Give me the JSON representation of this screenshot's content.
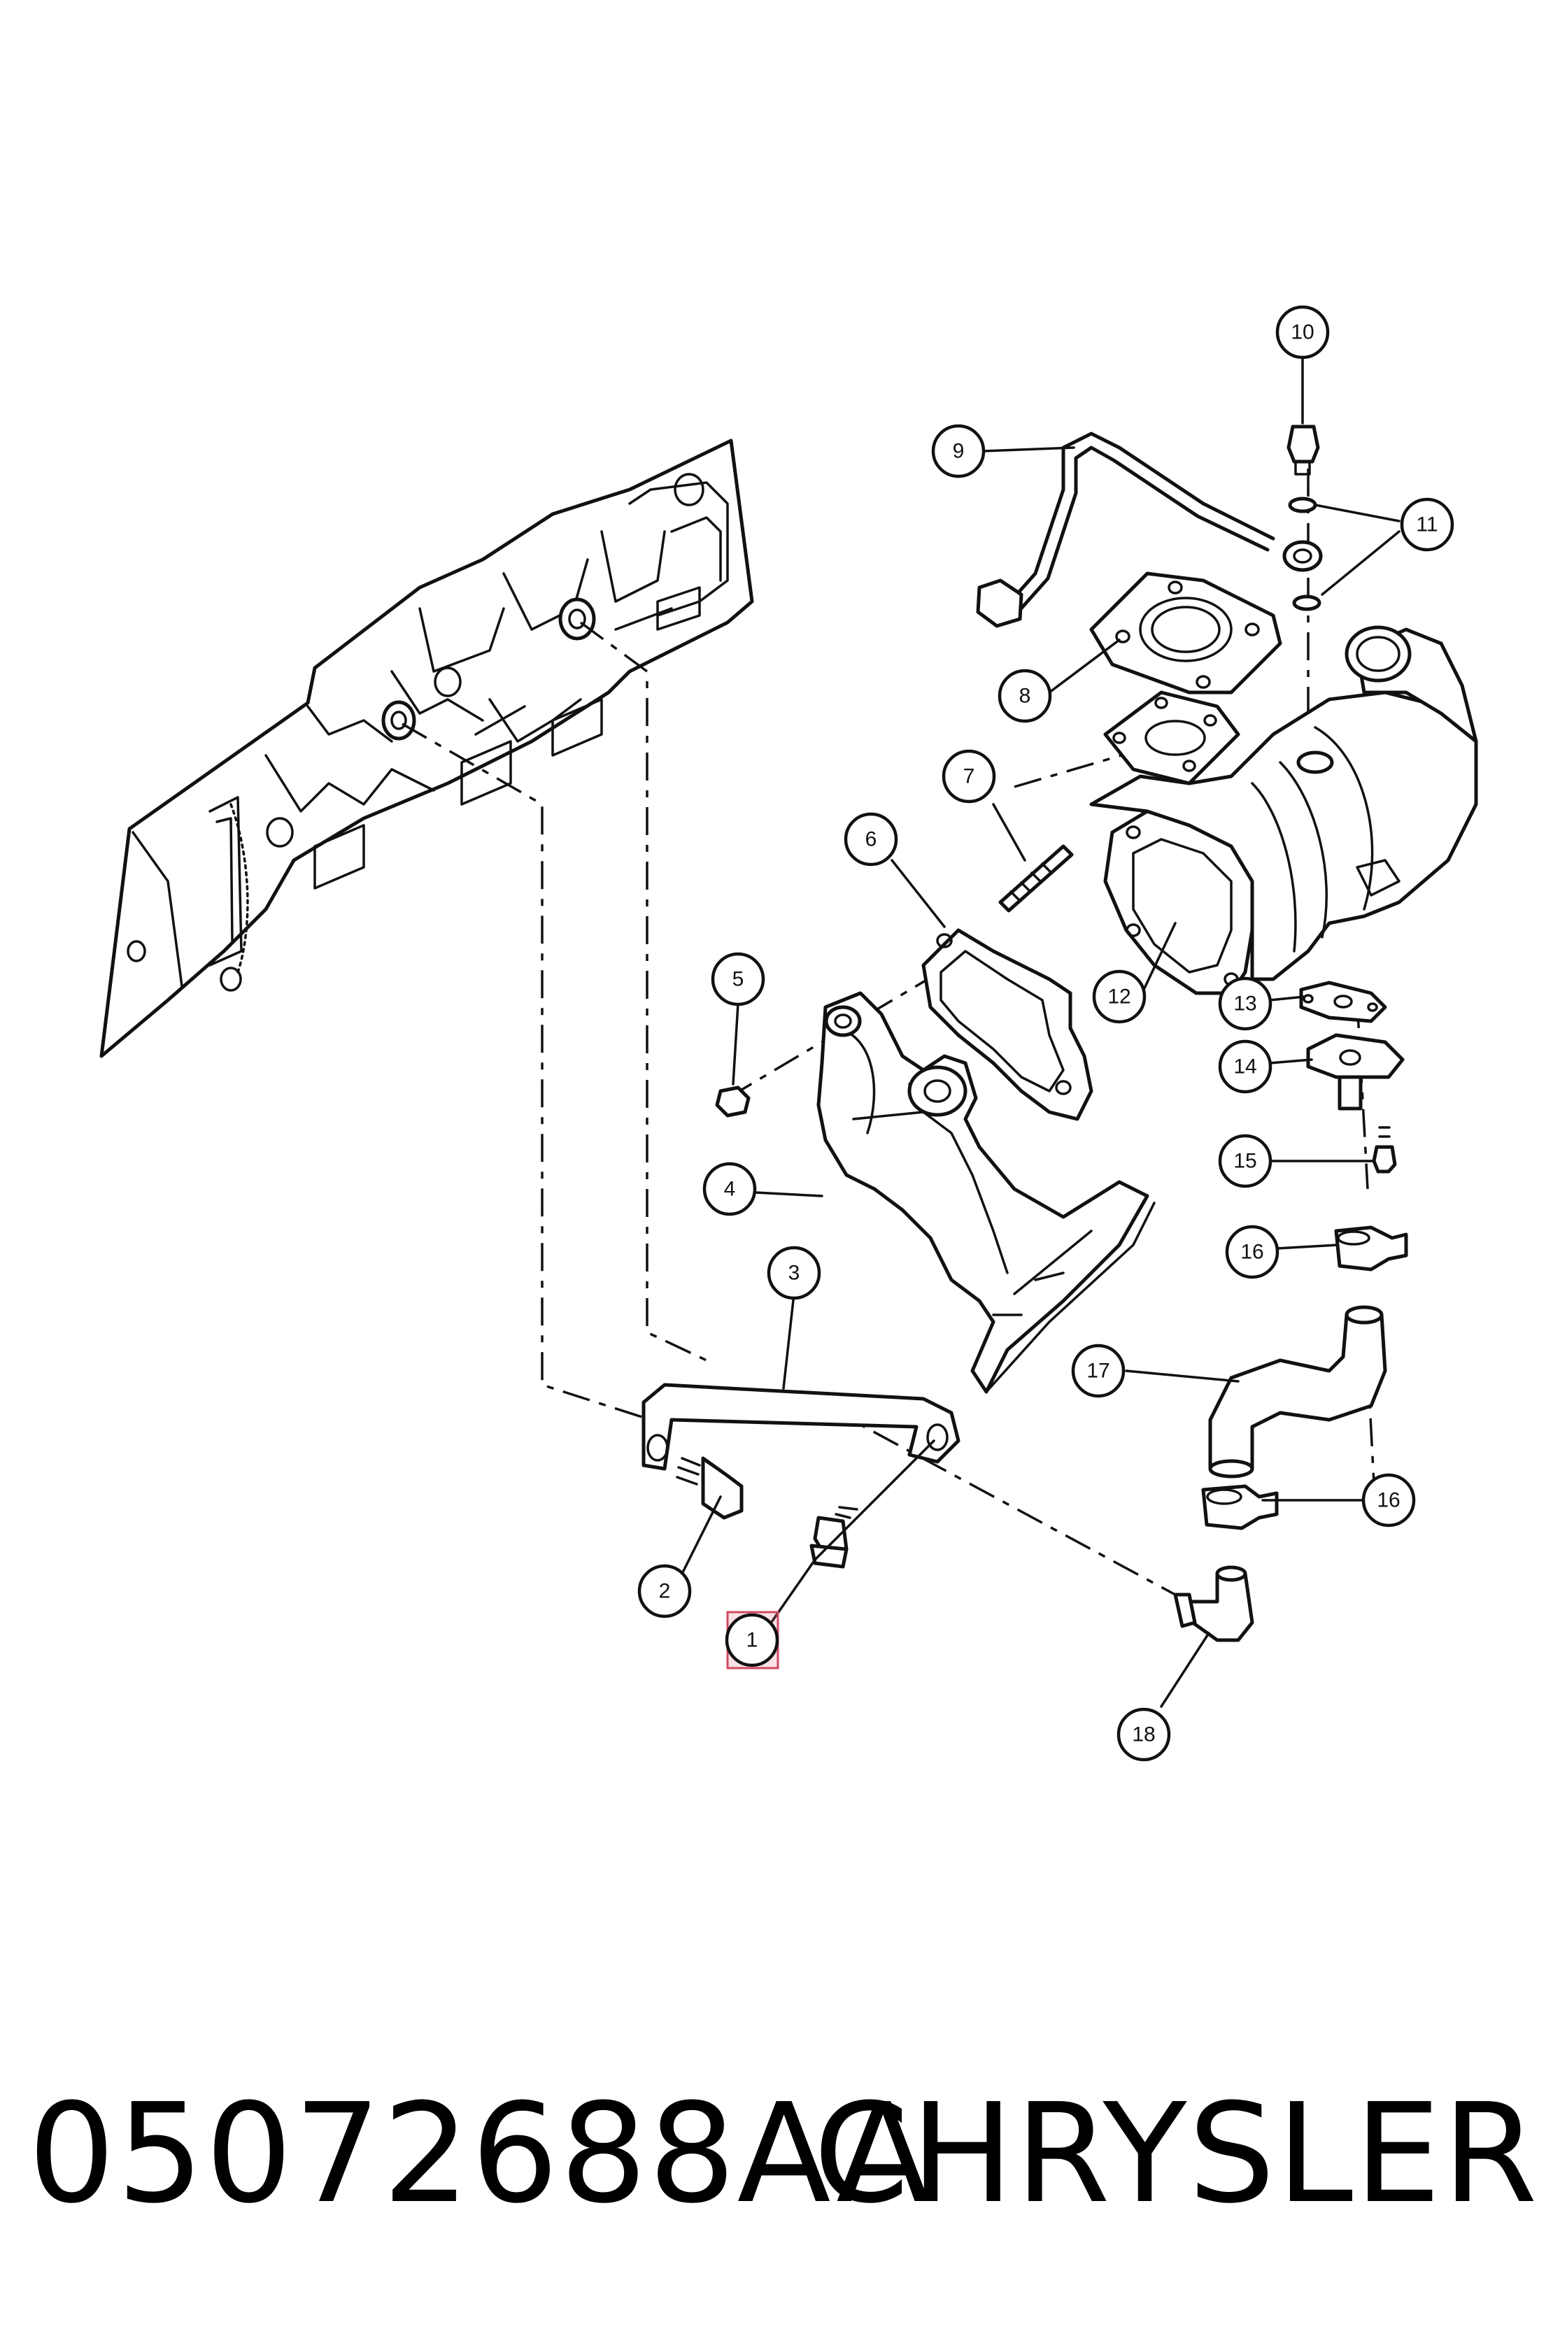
{
  "footer": {
    "part_number": "05072688AA",
    "brand": "CHRYSLER"
  },
  "callouts": [
    {
      "id": "c1",
      "label": "1",
      "highlighted": true
    },
    {
      "id": "c2",
      "label": "2"
    },
    {
      "id": "c3",
      "label": "3"
    },
    {
      "id": "c4",
      "label": "4"
    },
    {
      "id": "c5",
      "label": "5"
    },
    {
      "id": "c6",
      "label": "6"
    },
    {
      "id": "c7",
      "label": "7"
    },
    {
      "id": "c8",
      "label": "8"
    },
    {
      "id": "c9",
      "label": "9"
    },
    {
      "id": "c10",
      "label": "10"
    },
    {
      "id": "c11",
      "label": "11"
    },
    {
      "id": "c12",
      "label": "12"
    },
    {
      "id": "c13",
      "label": "13"
    },
    {
      "id": "c14",
      "label": "14"
    },
    {
      "id": "c15",
      "label": "15"
    },
    {
      "id": "c16a",
      "label": "16"
    },
    {
      "id": "c16b",
      "label": "16"
    },
    {
      "id": "c17",
      "label": "17"
    },
    {
      "id": "c18",
      "label": "18"
    }
  ],
  "colors": {
    "line": "#111111",
    "highlight_fill": "#f7dde2",
    "highlight_stroke": "#d04a60"
  }
}
